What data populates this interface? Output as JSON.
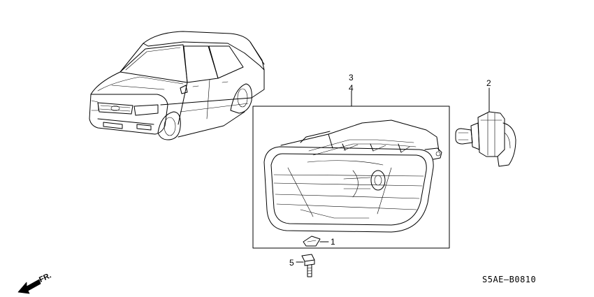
{
  "diagram": {
    "callouts": [
      {
        "id": "1",
        "label": "1"
      },
      {
        "id": "2",
        "label": "2"
      },
      {
        "id": "3",
        "label": "3"
      },
      {
        "id": "4",
        "label": "4"
      },
      {
        "id": "5",
        "label": "5"
      }
    ],
    "direction_label": "FR.",
    "diagram_code": "S5AE–B0810"
  }
}
